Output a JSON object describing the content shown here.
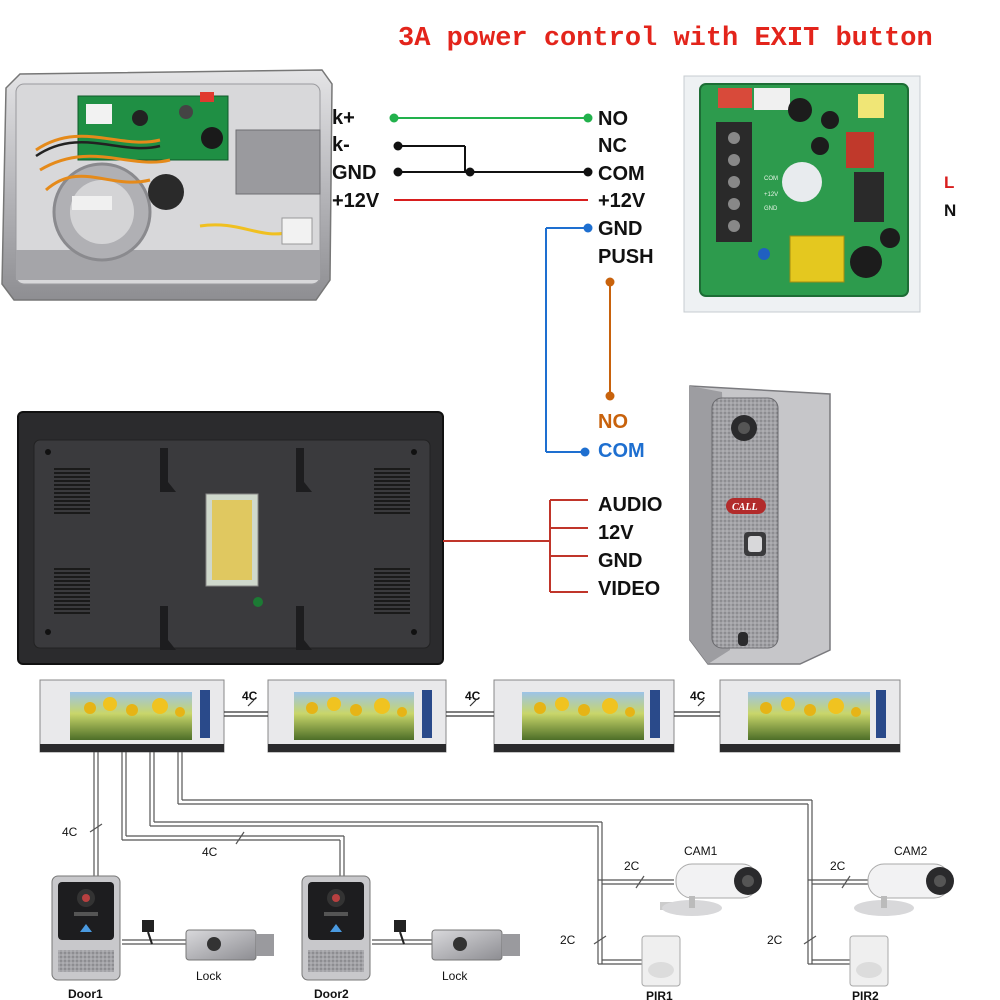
{
  "title": "3A power control with EXIT button",
  "lock_terminals": [
    "k+",
    "k-",
    "GND",
    "+12V"
  ],
  "power_terminals": [
    "NO",
    "NC",
    "COM",
    "+12V",
    "GND",
    "PUSH"
  ],
  "mains_terminals": [
    "L",
    "N"
  ],
  "exit_button_terminals": [
    "NO",
    "COM"
  ],
  "monitor_terminals": [
    "AUDIO",
    "12V",
    "GND",
    "VIDEO"
  ],
  "doorbell_label": "CALL",
  "monitor_link_labels": [
    "4C",
    "4C",
    "4C"
  ],
  "door_cable_labels": [
    "4C",
    "4C"
  ],
  "devices": {
    "door1": "Door1",
    "door2": "Door2",
    "lock1": "Lock",
    "lock2": "Lock",
    "cam1": "CAM1",
    "cam2": "CAM2",
    "pir1": "PIR1",
    "pir2": "PIR2"
  },
  "cam_cable_labels": [
    "2C",
    "2C"
  ],
  "pir_cable_labels": [
    "2C",
    "2C"
  ],
  "colors": {
    "title": "#e3241b",
    "green_wire": "#22b14c",
    "red_wire": "#d81e1e",
    "blue_wire": "#1e6fd0",
    "orange_wire": "#c8620c",
    "black_wire": "#111111"
  }
}
